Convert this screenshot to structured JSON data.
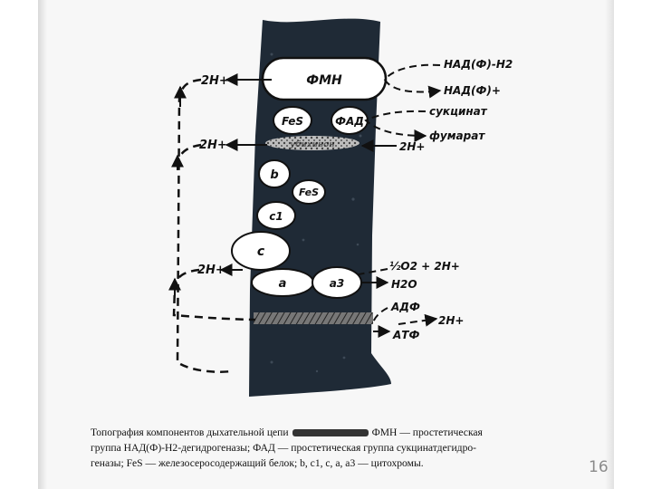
{
  "diagram": {
    "complexes": {
      "fmn": "ФМН",
      "fes_top": "FeS",
      "fad": "ФАД",
      "ubiquinone": "убихинон",
      "cyt_b": "b",
      "fes_mid": "FeS",
      "cyt_c1": "c1",
      "cyt_c": "c",
      "cyt_a": "a",
      "cyt_a3": "a3"
    },
    "protons": {
      "p1": "2H+",
      "p2": "2H+",
      "p2_in": "2H+",
      "p3": "2H+",
      "p4": "2H+"
    },
    "substrates": {
      "nadph_h2": "НАД(Ф)-H2",
      "nadp": "НАД(Ф)+",
      "succinate": "сукцинат",
      "fumarate": "фумарат",
      "oxygen": "½O2 + 2H+",
      "water": "H2O",
      "adp": "АДФ",
      "atp": "АТФ"
    }
  },
  "caption": {
    "line1_a": "Топография компонентов дыхательной цепи",
    "line1_b": "ФМН — простетическая",
    "line2": "группа НАД(Ф)-H2-дегидрогеназы; ФАД — простетическая группа сукцинатдегидро-",
    "line3": "геназы; FeS — железосеросодержащий белок; b, c1, c, a, a3 — цитохромы."
  },
  "slide_number": "16"
}
